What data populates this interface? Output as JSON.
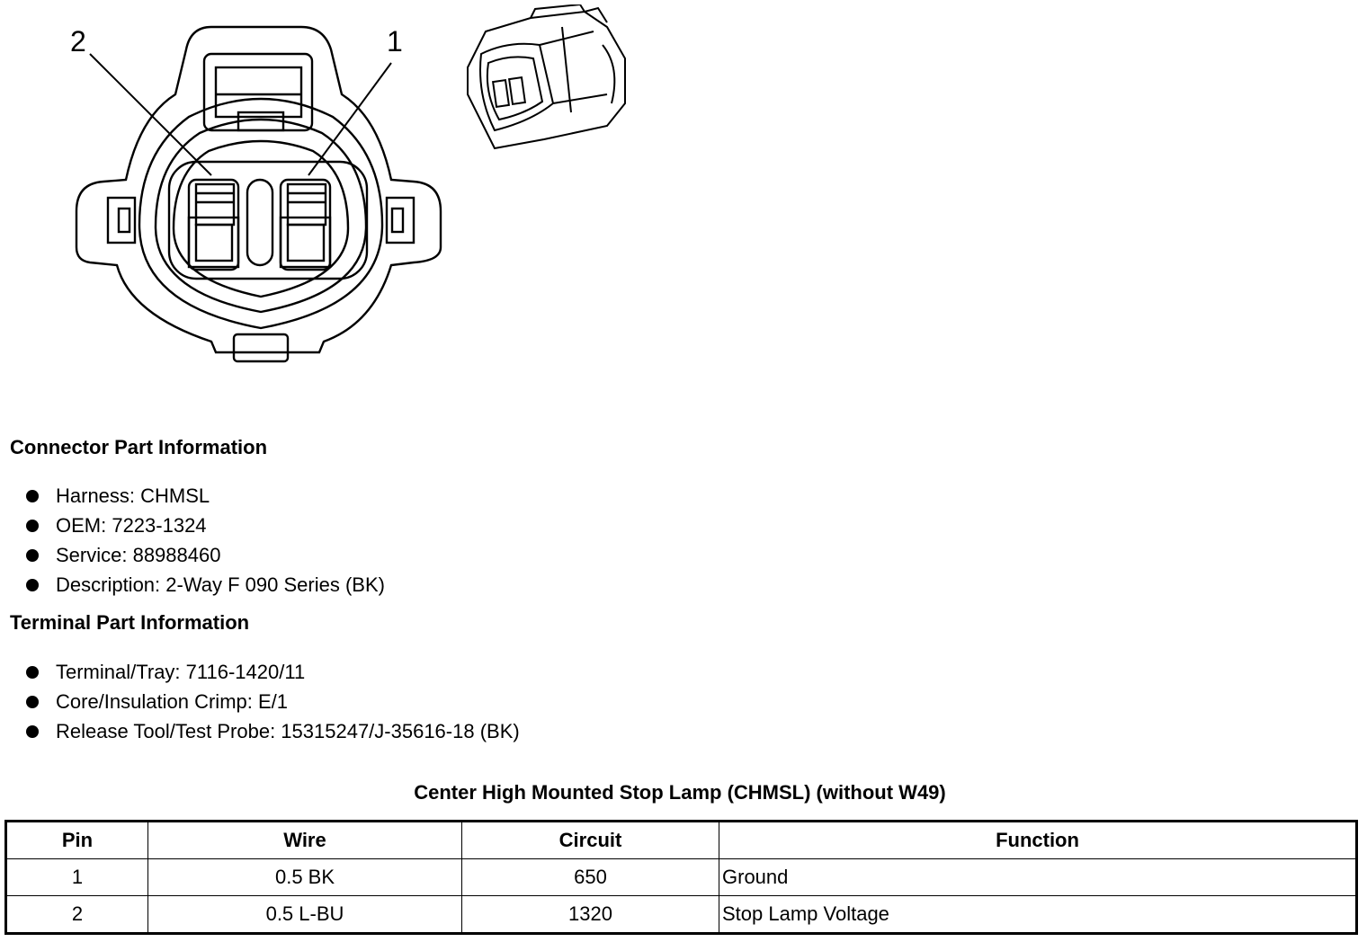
{
  "callouts": {
    "pin2": "2",
    "pin1": "1"
  },
  "connector_info": {
    "heading": "Connector Part Information",
    "items": [
      "Harness: CHMSL",
      "OEM: 7223-1324",
      "Service: 88988460",
      "Description: 2-Way F 090 Series (BK)"
    ]
  },
  "terminal_info": {
    "heading": "Terminal Part Information",
    "items": [
      "Terminal/Tray: 7116-1420/11",
      "Core/Insulation Crimp: E/1",
      "Release Tool/Test Probe: 15315247/J-35616-18 (BK)"
    ]
  },
  "table": {
    "title": "Center High Mounted Stop Lamp (CHMSL) (without W49)",
    "headers": [
      "Pin",
      "Wire",
      "Circuit",
      "Function"
    ],
    "rows": [
      [
        "1",
        "0.5 BK",
        "650",
        "Ground"
      ],
      [
        "2",
        "0.5 L-BU",
        "1320",
        "Stop Lamp Voltage"
      ]
    ]
  }
}
